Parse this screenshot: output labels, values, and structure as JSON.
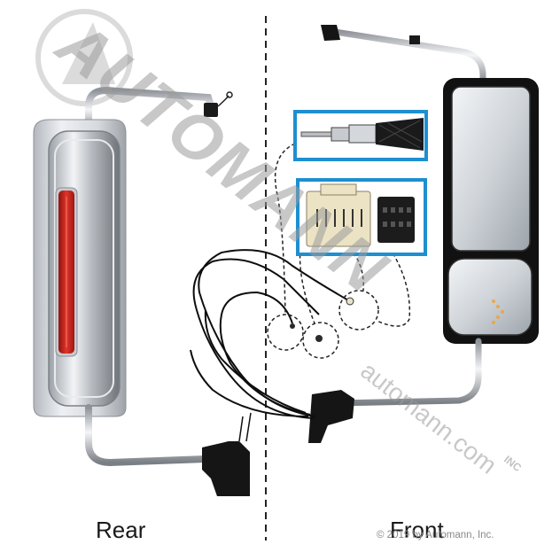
{
  "watermark": {
    "brand": "AUTOMANN",
    "suffix": "INC",
    "url": "automann.com"
  },
  "labels": {
    "rear": "Rear",
    "front": "Front"
  },
  "copyright": "© 2019 by Automann, Inc.",
  "colors": {
    "chrome": "#c9ccd0",
    "chrome_dark": "#8e9297",
    "amber_light": "#d9261c",
    "mirror_housing": "#111111",
    "connector_frame": "#1e8fd0",
    "watermark": "#9a9a9a"
  }
}
